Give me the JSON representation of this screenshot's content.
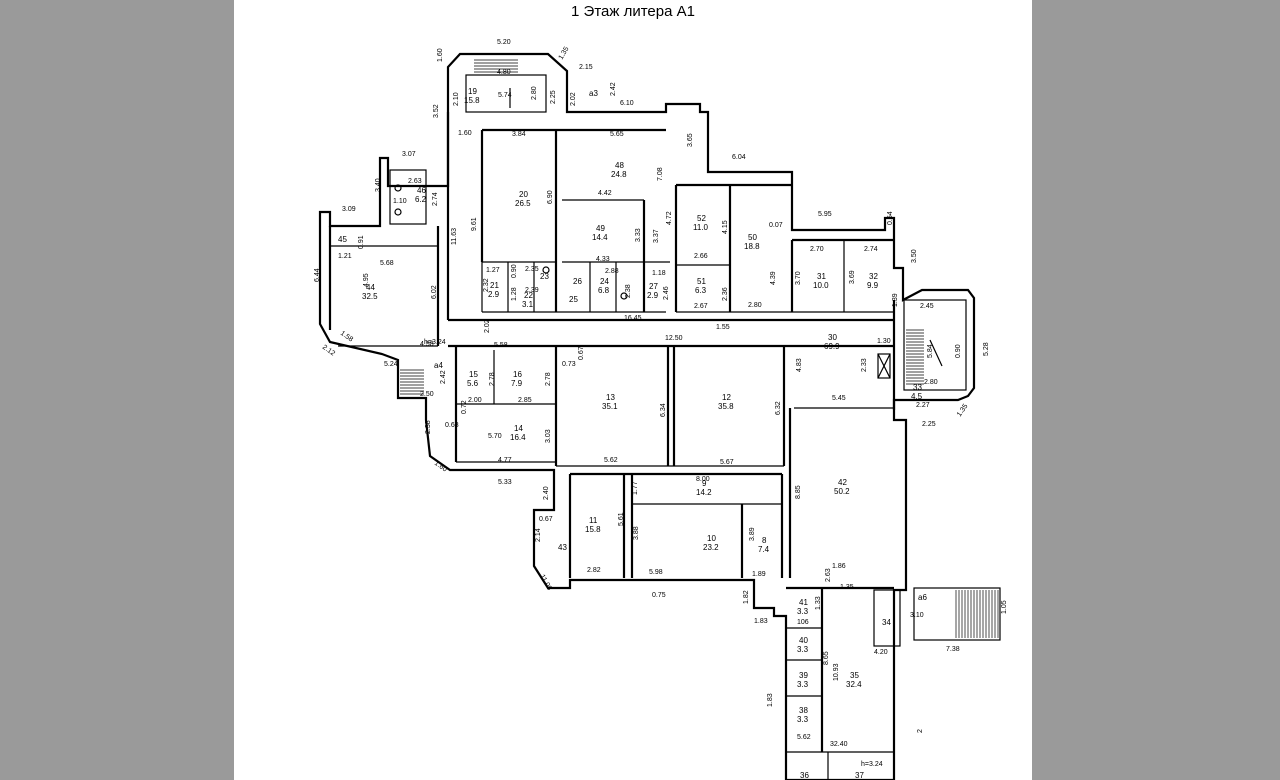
{
  "page": {
    "title": "1 Этаж литера А1",
    "height_mark": "h=3.24"
  },
  "rooms": [
    {
      "no": "19",
      "area": "15.8"
    },
    {
      "no": "20",
      "area": "26.5"
    },
    {
      "no": "48",
      "area": "24.8"
    },
    {
      "no": "49",
      "area": "14.4"
    },
    {
      "no": "21",
      "area": "2.9"
    },
    {
      "no": "22",
      "area": "3.1"
    },
    {
      "no": "23",
      "area": ""
    },
    {
      "no": "26",
      "area": ""
    },
    {
      "no": "24",
      "area": "6.8"
    },
    {
      "no": "27",
      "area": "2.9"
    },
    {
      "no": "25",
      "area": ""
    },
    {
      "no": "52",
      "area": "11.0"
    },
    {
      "no": "50",
      "area": "18.8"
    },
    {
      "no": "51",
      "area": "6.3"
    },
    {
      "no": "31",
      "area": "10.0"
    },
    {
      "no": "32",
      "area": "9.9"
    },
    {
      "no": "44",
      "area": "32.5"
    },
    {
      "no": "45",
      "area": ""
    },
    {
      "no": "46",
      "area": "6.2"
    },
    {
      "no": "30",
      "area": "69.9"
    },
    {
      "no": "33",
      "area": "4.5"
    },
    {
      "no": "15",
      "area": "5.6"
    },
    {
      "no": "16",
      "area": "7.9"
    },
    {
      "no": "13",
      "area": "35.1"
    },
    {
      "no": "12",
      "area": "35.8"
    },
    {
      "no": "14",
      "area": "16.4"
    },
    {
      "no": "42",
      "area": "50.2"
    },
    {
      "no": "9",
      "area": "14.2"
    },
    {
      "no": "11",
      "area": "15.8"
    },
    {
      "no": "10",
      "area": "23.2"
    },
    {
      "no": "8",
      "area": "7.4"
    },
    {
      "no": "43",
      "area": ""
    },
    {
      "no": "41",
      "area": "3.3"
    },
    {
      "no": "40",
      "area": "3.3"
    },
    {
      "no": "39",
      "area": "3.3"
    },
    {
      "no": "38",
      "area": "3.3"
    },
    {
      "no": "35",
      "area": "32.4"
    },
    {
      "no": "34",
      "area": ""
    },
    {
      "no": "36",
      "area": ""
    },
    {
      "no": "37",
      "area": ""
    }
  ],
  "labels": [
    "а3",
    "а4",
    "а6"
  ],
  "dimensions": [
    "5.20",
    "1.60",
    "1.35",
    "2.15",
    "4.80",
    "2.10",
    "5.74",
    "2.80",
    "2.25",
    "2.02",
    "2.42",
    "6.10",
    "3.52",
    "1.60",
    "3.84",
    "5.65",
    "3.65",
    "6.04",
    "3.07",
    "2.63",
    "3.40",
    "2.74",
    "1.10",
    "3.09",
    "9.61",
    "11.63",
    "6.90",
    "4.42",
    "7.08",
    "3.33",
    "3.37",
    "4.72",
    "6.44",
    "0.91",
    "1.21",
    "5.68",
    "4.95",
    "6.02",
    "1.27",
    "2.35",
    "2.88",
    "1.18",
    "2.32",
    "0.90",
    "1.28",
    "2.39",
    "2.38",
    "2.46",
    "4.33",
    "4.15",
    "2.66",
    "0.07",
    "4.39",
    "2.36",
    "2.67",
    "2.80",
    "5.95",
    "0.54",
    "2.70",
    "2.74",
    "3.50",
    "3.70",
    "3.69",
    "1.39",
    "2.45",
    "5.84",
    "5.28",
    "0.90",
    "1.58",
    "2.12",
    "4.58",
    "5.24",
    "2.02",
    "16.45",
    "12.50",
    "1.55",
    "1.30",
    "2.33",
    "2.80",
    "2.27",
    "1.35",
    "5.58",
    "0.67",
    "0.73",
    "4.83",
    "2.78",
    "2.42",
    "2.78",
    "2.00",
    "2.85",
    "2.50",
    "6.34",
    "6.32",
    "5.45",
    "2.25",
    "0.72",
    "0.68",
    "5.70",
    "3.03",
    "2.38",
    "4.77",
    "5.62",
    "5.67",
    "1.60",
    "5.33",
    "8.00",
    "2.40",
    "1.77",
    "8.85",
    "0.67",
    "5.61",
    "3.88",
    "2.14",
    "2.82",
    "5.98",
    "3.89",
    "1.89",
    "1.86",
    "11.08",
    "0.75",
    "2.63",
    "1.35",
    "1.82",
    "1.33",
    "1.83",
    "106",
    "3.10",
    "1.05",
    "4.20",
    "7.38",
    "8.65",
    "10.93",
    "1.83",
    "5.62",
    "32.40",
    "2"
  ]
}
